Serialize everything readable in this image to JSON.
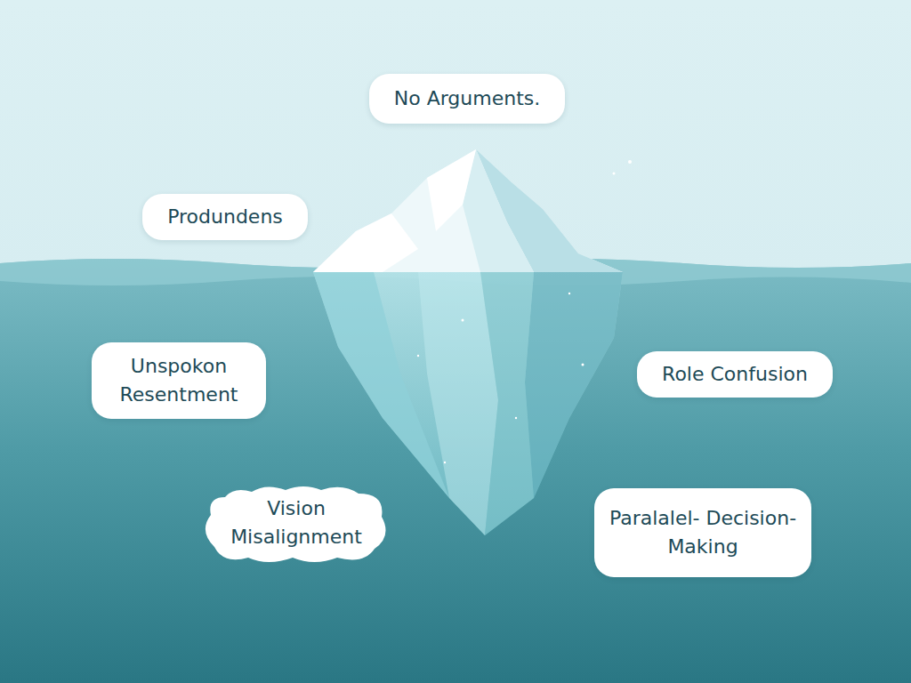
{
  "diagram": {
    "nodes": [
      {
        "text": [
          "No Arguments."
        ]
      },
      {
        "text": [
          "Produndens"
        ]
      },
      {
        "text": [
          "Unspokon Resentment"
        ]
      },
      {
        "text": [
          "Role Confusion"
        ]
      },
      {
        "text": [
          "Vision Misalignment"
        ]
      },
      {
        "text": [
          "Paralalel- Decision-Making"
        ]
      }
    ]
  }
}
